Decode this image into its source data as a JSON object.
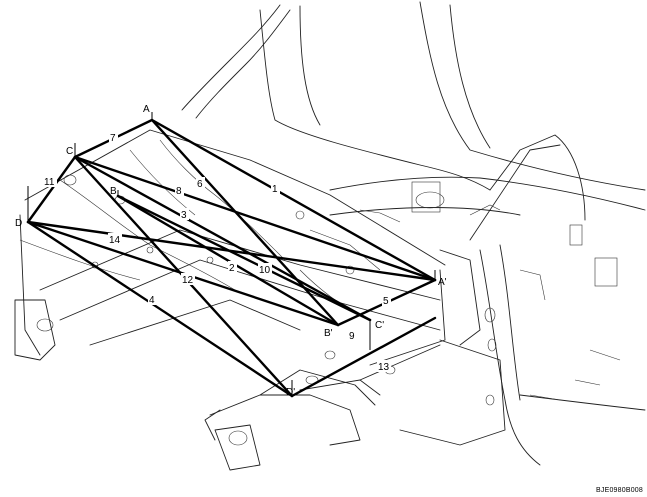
{
  "points": [
    "A",
    "B",
    "C",
    "D",
    "A'",
    "B'",
    "C'",
    "D'"
  ],
  "measurements": [
    "1",
    "2",
    "3",
    "4",
    "5",
    "6",
    "7",
    "8",
    "9",
    "10",
    "11",
    "12",
    "13",
    "14"
  ],
  "figure_code": "BJE0980B008"
}
